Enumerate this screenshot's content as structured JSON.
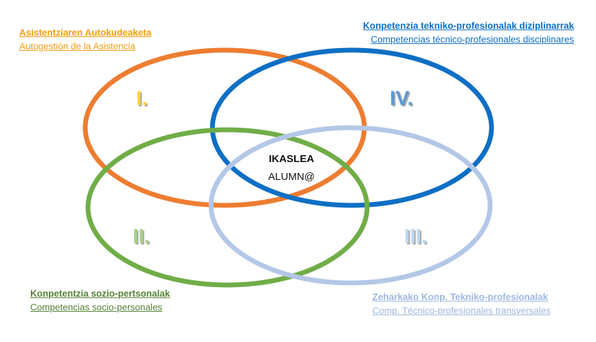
{
  "colors": {
    "orange": "#ED7D31",
    "blue": "#0E6FC4",
    "green": "#70AD47",
    "lightblue": "#B4C7E7",
    "numeral_yellow": "#FFD43B",
    "numeral_blue": "#5B9BD5",
    "numeral_green": "#A9D18E",
    "numeral_lightblue": "#BDD7EE"
  },
  "labels": {
    "top_left": {
      "line1": "Asistentziaren Autokudeaketa",
      "line2": "Autogestión de la Asistencia"
    },
    "top_right": {
      "line1": "Konpetenzia tekniko-profesionalak diziplinarrak",
      "line2": "Competencias técnico-profesionales disciplinares"
    },
    "bottom_left": {
      "line1": "Konpetentzia sozio-pertsonalak",
      "line2": "Competencias socio-personales"
    },
    "bottom_right": {
      "line1": "Zeharkako Konp. Tekniko-profesionalak",
      "line2": "Comp. Técnico-profesionales transversales"
    }
  },
  "numerals": {
    "i": "I.",
    "ii": "II.",
    "iii": "III.",
    "iv": "IV."
  },
  "center": {
    "title": "IKASLEA",
    "subtitle": "ALUMN@"
  }
}
